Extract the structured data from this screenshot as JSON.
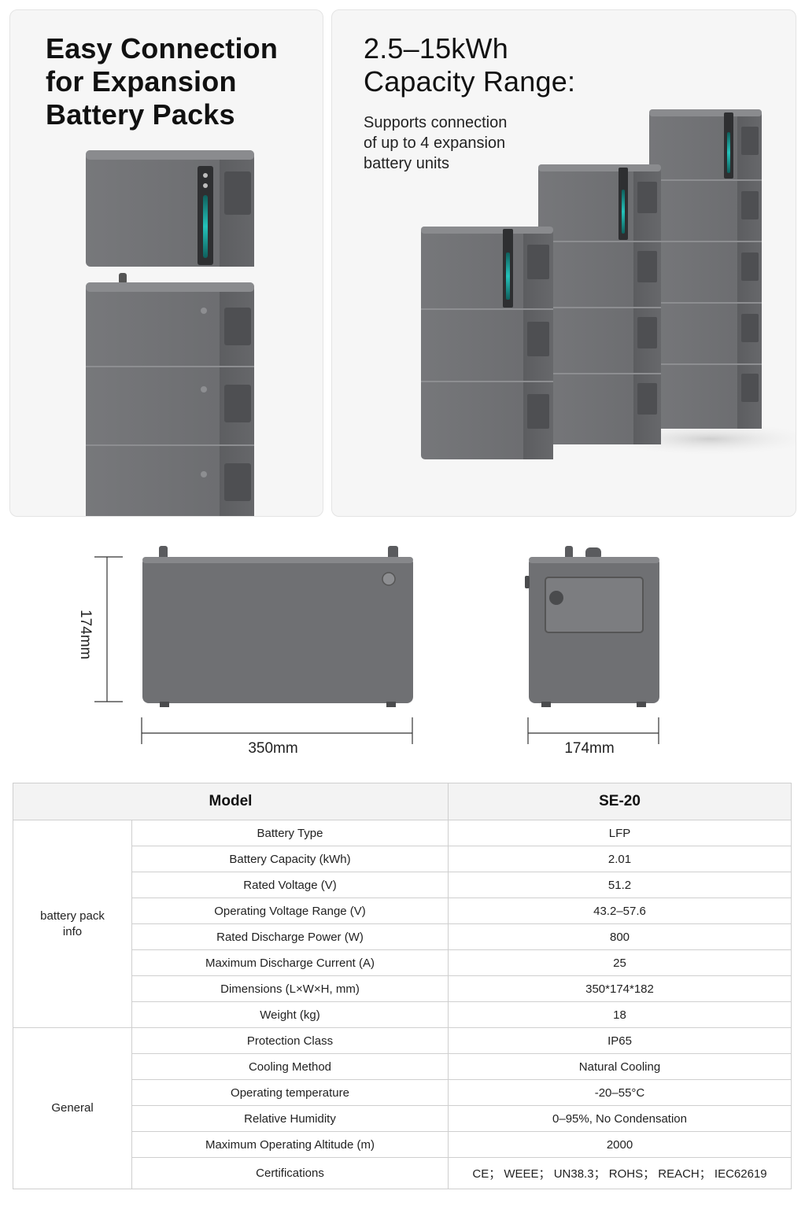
{
  "left_panel": {
    "title": "Easy Connection\nfor Expansion\nBattery Packs"
  },
  "right_panel": {
    "title": "2.5–15kWh\nCapacity Range:",
    "subtitle": "Supports connection\nof up to 4 expansion\nbattery units"
  },
  "dimensions": {
    "height_label": "174mm",
    "length_label": "350mm",
    "width_label": "174mm"
  },
  "spec_table": {
    "header": {
      "model_label": "Model",
      "model_value": "SE-20"
    },
    "groups": [
      {
        "name": "battery pack\ninfo",
        "rows": [
          {
            "param": "Battery Type",
            "value": "LFP"
          },
          {
            "param": "Battery Capacity (kWh)",
            "value": "2.01"
          },
          {
            "param": "Rated Voltage (V)",
            "value": "51.2"
          },
          {
            "param": "Operating Voltage Range (V)",
            "value": "43.2–57.6"
          },
          {
            "param": "Rated Discharge Power (W)",
            "value": "800"
          },
          {
            "param": "Maximum Discharge Current (A)",
            "value": "25"
          },
          {
            "param": "Dimensions (L×W×H, mm)",
            "value": "350*174*182"
          },
          {
            "param": "Weight (kg)",
            "value": "18"
          }
        ]
      },
      {
        "name": "General",
        "rows": [
          {
            "param": "Protection Class",
            "value": "IP65"
          },
          {
            "param": "Cooling Method",
            "value": "Natural Cooling"
          },
          {
            "param": "Operating temperature",
            "value": "-20–55°C"
          },
          {
            "param": "Relative Humidity",
            "value": "0–95%, No Condensation"
          },
          {
            "param": "Maximum Operating Altitude (m)",
            "value": "2000"
          },
          {
            "param": "Certifications",
            "value": "CE； WEEE； UN38.3； ROHS； REACH； IEC62619"
          }
        ]
      }
    ]
  },
  "colors": {
    "battery_body": "#6f7073",
    "battery_dark": "#5a5b5e",
    "led_accent": "#1fb7b0",
    "table_header_bg": "#f3f3f3",
    "border": "#cfcfcf"
  }
}
